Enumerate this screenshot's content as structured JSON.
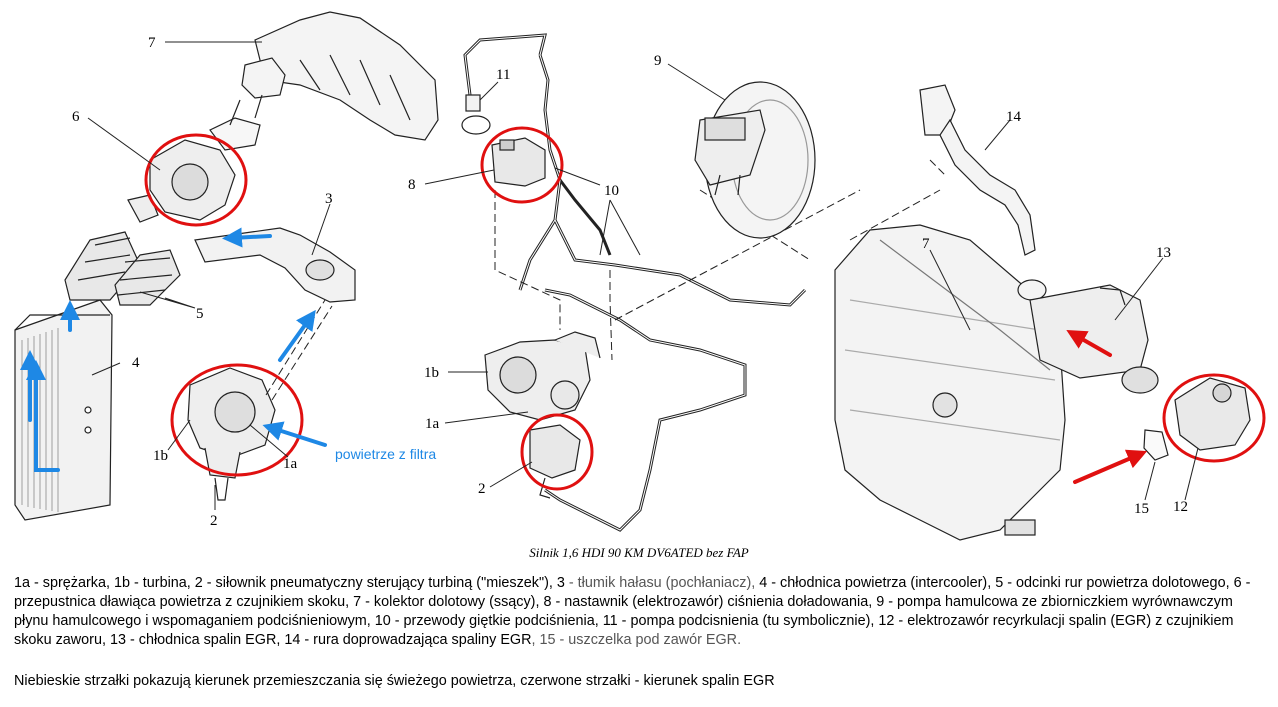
{
  "labels": {
    "l7a": "7",
    "l6": "6",
    "l3": "3",
    "l5": "5",
    "l4": "4",
    "l1b_left": "1b",
    "l1a_left": "1a",
    "l2_left": "2",
    "l11": "11",
    "l8": "8",
    "l10": "10",
    "l9": "9",
    "l1b_mid": "1b",
    "l1a_mid": "1a",
    "l2_mid": "2",
    "l14": "14",
    "l7b": "7",
    "l13": "13",
    "l15": "15",
    "l12": "12"
  },
  "air_label": "powietrze z filtra",
  "caption": "Silnik 1,6 HDI 90 KM DV6ATED bez FAP",
  "legend": {
    "part1": "1a - sprężarka, 1b - turbina, 2 - siłownik pneumatyczny sterujący turbiną (\"mieszek\"), 3 ",
    "part2": "- tłumik hałasu (pochłaniacz),",
    "part3": "4 - chłodnica powietrza (intercooler), 5 - odcinki rur powietrza dolotowego, 6 - przepustnica dławiąca powietrza z czujnikiem skoku, 7 - kolektor dolotowy (ssący), 8 - nastawnik (elektrozawór) ciśnienia doładowania, 9 - pompa hamulcowa ze zbiorniczkiem wyrównawczym płynu hamulcowego i wspomaganiem podciśnieniowym, 10 - przewody giętkie podciśnienia, 11 - pompa podcisnienia (tu symbolicznie), 12 - elektrozawór recyrkulacji spalin (EGR) z czujnikiem skoku zaworu, 13 - chłodnica spalin EGR, 14 - rura doprowadzająca spaliny EGR",
    "part4": ", 15 - uszczelka pod zawór EGR."
  },
  "note": "Niebieskie strzałki pokazują kierunek przemieszczania się świeżego powietrza, czerwone strzałki - kierunek spalin EGR",
  "colors": {
    "highlight_circle": "#e01010",
    "air_arrow": "#1e88e5",
    "exhaust_arrow": "#e01010",
    "line_art": "#222222"
  }
}
